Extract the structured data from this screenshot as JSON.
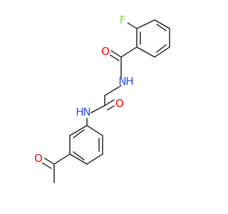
{
  "molecule": {
    "atoms": {
      "F": {
        "symbol": "F",
        "color": "#90e050"
      },
      "O_amide1": {
        "symbol": "O",
        "color": "#ff0d0d"
      },
      "N_amide1": {
        "symbol": "N",
        "color": "#3050f8"
      },
      "O_amide2": {
        "symbol": "O",
        "color": "#ff0d0d"
      },
      "N_amide2": {
        "symbol": "N",
        "color": "#3050f8"
      },
      "H_amide1": {
        "symbol": "H",
        "color": "#3050f8"
      },
      "H_amide2": {
        "symbol": "H",
        "color": "#3050f8"
      },
      "O_ketone": {
        "symbol": "O",
        "color": "#ff0d0d"
      }
    },
    "bond_color": "#3c3c3c"
  }
}
